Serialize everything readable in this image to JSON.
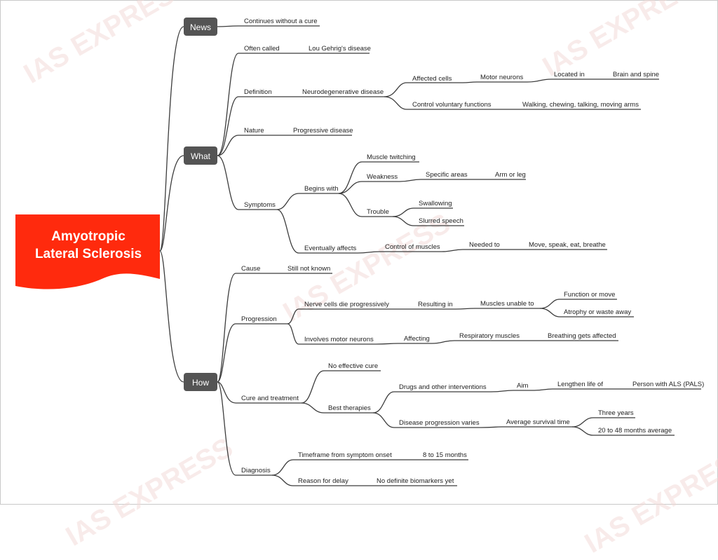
{
  "watermark": "IAS EXPRESS",
  "colors": {
    "root_fill": "#ff2a0d",
    "branch_fill": "#545454",
    "line": "#3c3c3c",
    "text": "#1f1f1f",
    "watermark": "#f2d9d6"
  },
  "root": {
    "title": "Amyotropic Lateral Sclerosis"
  },
  "branches": [
    {
      "id": "news",
      "label": "News"
    },
    {
      "id": "what",
      "label": "What"
    },
    {
      "id": "how",
      "label": "How"
    }
  ],
  "nodes": {
    "news_1": "Continues without a cure",
    "what_often_called": "Often called",
    "what_lou_gehrig": "Lou Gehrig's disease",
    "what_definition": "Definition",
    "what_neurodegenerative": "Neurodegenerative disease",
    "what_affected_cells": "Affected cells",
    "what_motor_neurons": "Motor neurons",
    "what_located_in": "Located in",
    "what_brain_spine": "Brain and spine",
    "what_control_voluntary": "Control voluntary functions",
    "what_walking": "Walking, chewing, talking, moving arms",
    "what_nature": "Nature",
    "what_progressive": "Progressive disease",
    "what_symptoms": "Symptoms",
    "what_begins_with": "Begins with",
    "what_muscle_twitching": "Muscle twitching",
    "what_weakness": "Weakness",
    "what_specific_areas": "Specific areas",
    "what_arm_leg": "Arm or leg",
    "what_trouble": "Trouble",
    "what_swallowing": "Swallowing",
    "what_slurred": "Slurred speech",
    "what_eventually": "Eventually affects",
    "what_control_muscles": "Control of muscles",
    "what_needed_to": "Needed to",
    "what_move_speak": "Move, speak, eat, breathe",
    "how_cause": "Cause",
    "how_still_not_known": "Still not known",
    "how_progression": "Progression",
    "how_nerve_cells": "Nerve cells die progressively",
    "how_resulting_in": "Resulting in",
    "how_muscles_unable": "Muscles unable to",
    "how_function_move": "Function or move",
    "how_atrophy": "Atrophy or waste away",
    "how_involves": "Involves motor neurons",
    "how_affecting": "Affecting",
    "how_respiratory": "Respiratory muscles",
    "how_breathing": "Breathing gets affected",
    "how_cure": "Cure and treatment",
    "how_no_cure": "No effective cure",
    "how_best": "Best therapies",
    "how_drugs": "Drugs and other interventions",
    "how_aim": "Aim",
    "how_lengthen": "Lengthen life of",
    "how_pals": "Person with ALS (PALS)",
    "how_disease_prog": "Disease progression varies",
    "how_avg_survival": "Average survival time",
    "how_three_years": "Three years",
    "how_20_48": "20 to 48 months average",
    "how_diagnosis": "Diagnosis",
    "how_timeframe": "Timeframe from symptom onset",
    "how_8_15": "8 to 15 months",
    "how_reason": "Reason for delay",
    "how_no_biomarkers": "No definite biomarkers yet"
  }
}
